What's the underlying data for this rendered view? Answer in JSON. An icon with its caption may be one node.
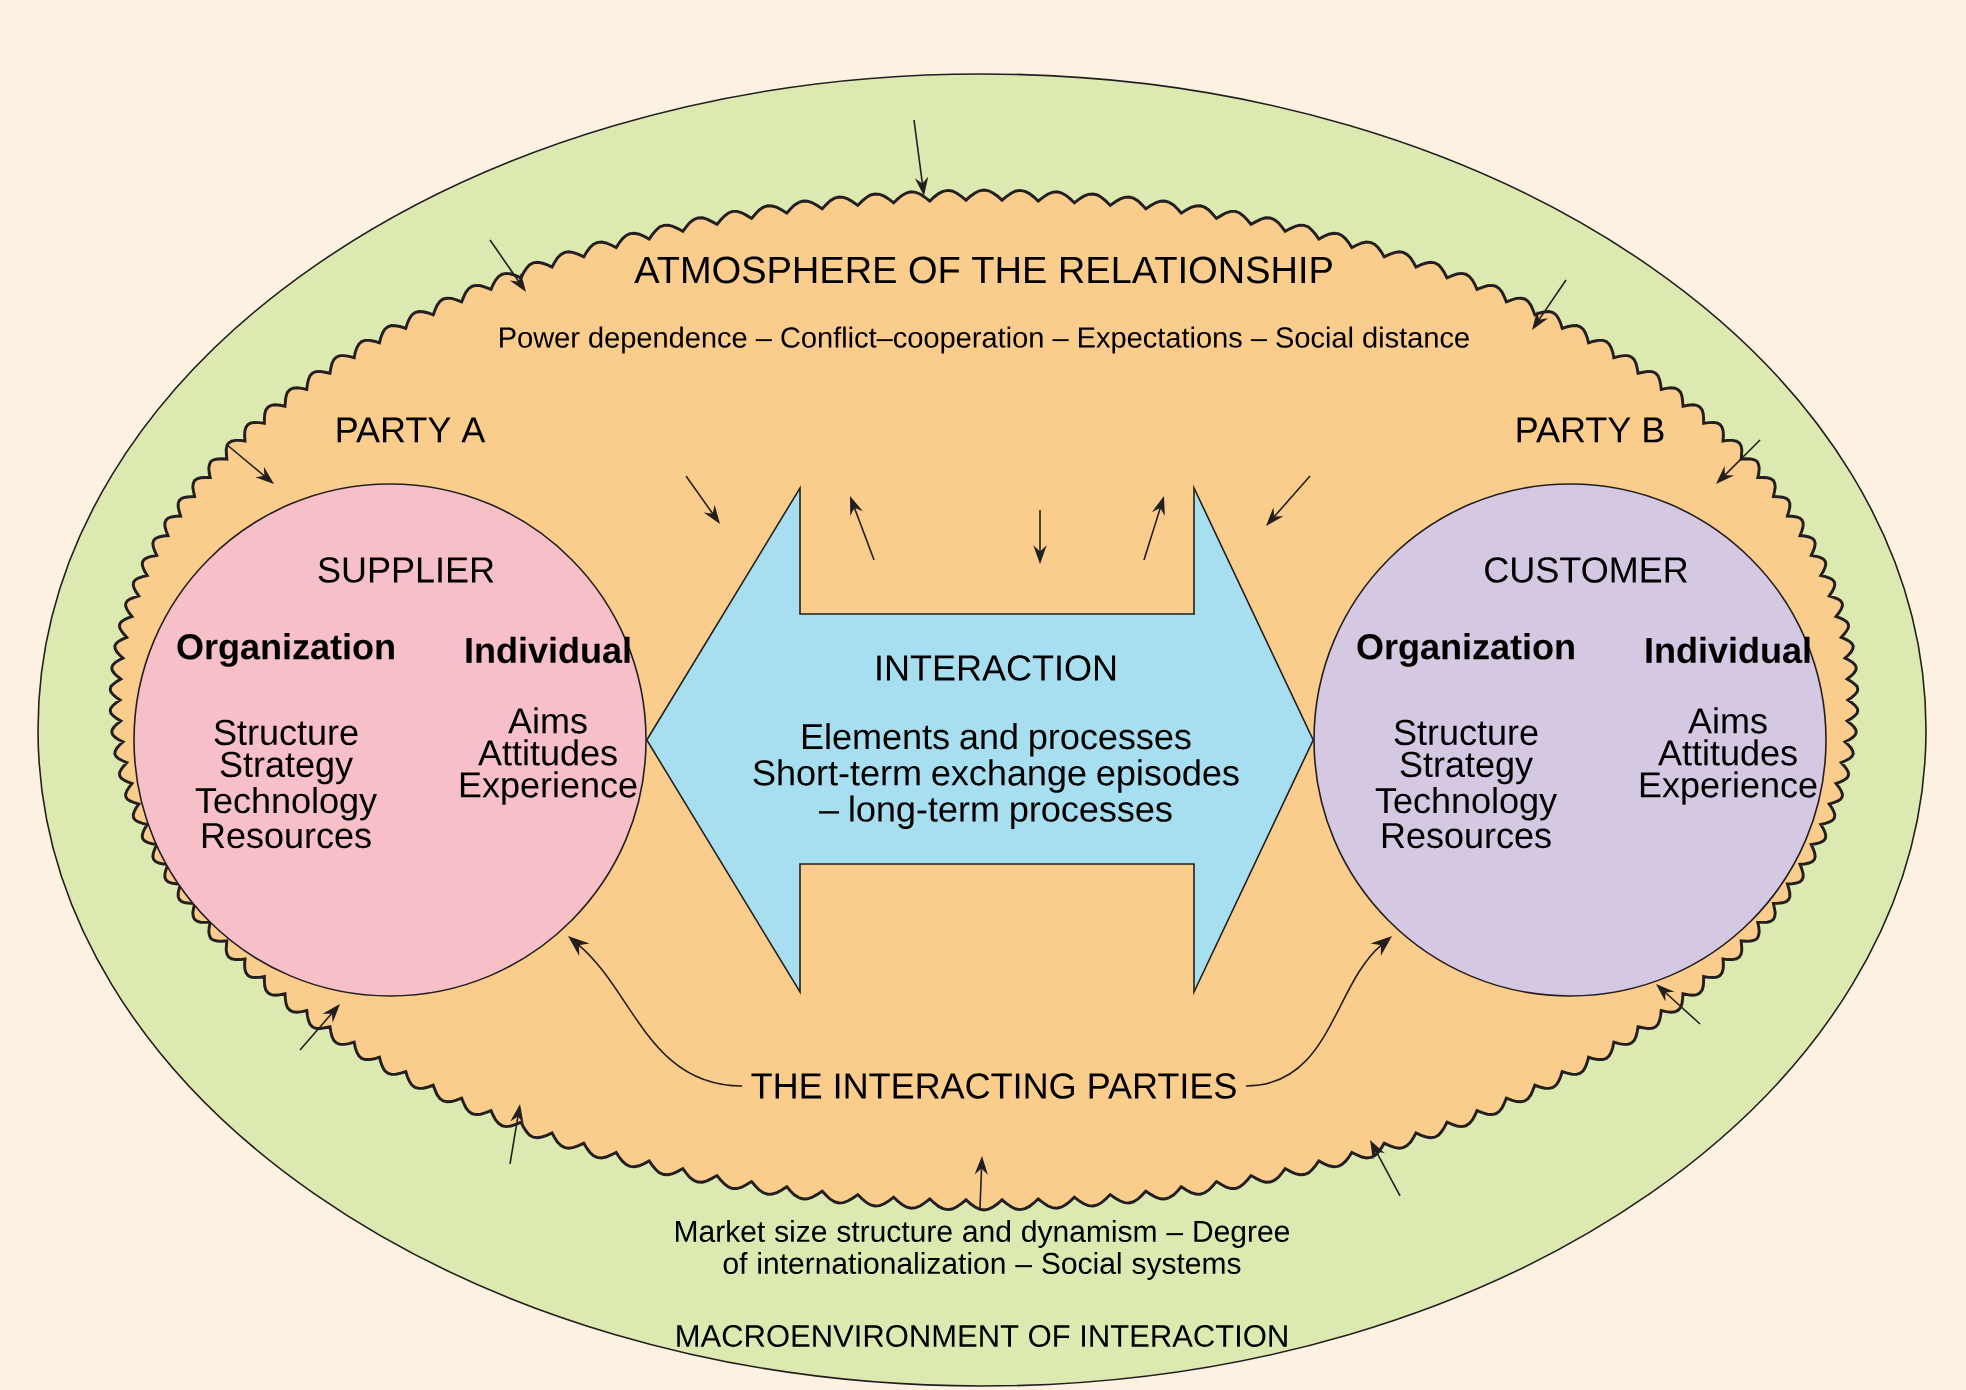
{
  "diagram": {
    "nodes": [
      {
        "text": [
          "Market size structure and dynamism – Degree of internationalization – Social systems",
          "MACROENVIRONMENT OF INTERACTION"
        ]
      },
      {
        "text": [
          "ATMOSPHERE OF THE RELATIONSHIP",
          "Power dependence – Conflict–cooperation – Expectations – Social distance"
        ],
        "in": 0
      },
      {
        "text": [
          "PARTY A",
          "SUPPLIER",
          "Organization",
          "Structure Strategy Technology Resources",
          "Individual",
          "Aims Attitudes Experience"
        ],
        "in": 1
      },
      {
        "text": [
          "INTERACTION",
          "Elements and processes Short-term exchange episodes – long-term processes"
        ],
        "in": 1
      },
      {
        "text": [
          "PARTY B",
          "CUSTOMER",
          "Organization",
          "Structure Strategy Technology Resources",
          "Individual",
          "Aims Attitudes Experience"
        ],
        "in": 1
      },
      {
        "text": [
          "THE INTERACTING PARTIES"
        ],
        "in": 1
      }
    ],
    "edges": [
      {
        "from": 2,
        "to": 4,
        "arrow": "both"
      },
      {
        "from": 5,
        "to": 2,
        "arrow": "to"
      },
      {
        "from": 5,
        "to": 4,
        "arrow": "to"
      }
    ]
  }
}
